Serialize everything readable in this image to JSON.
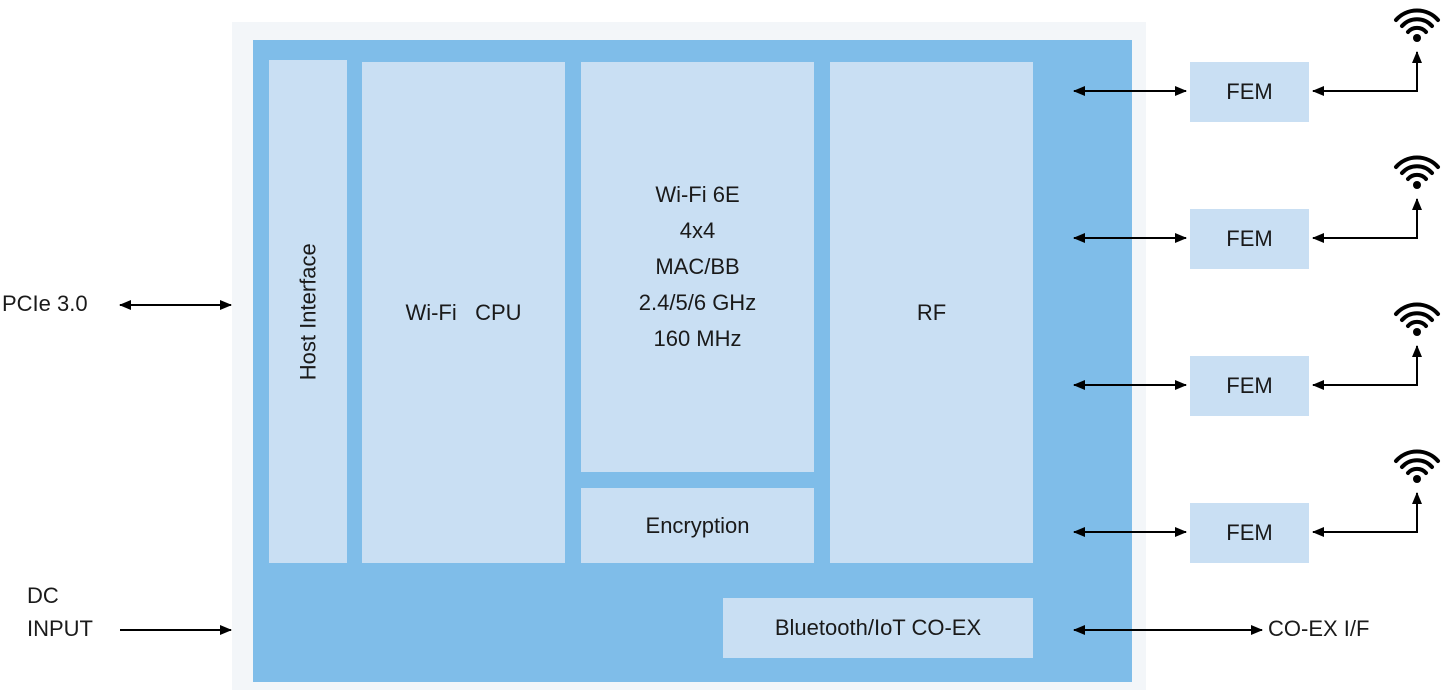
{
  "diagram": {
    "host_interface": "Host Interface",
    "cpu": "Wi-Fi   CPU",
    "mac_lines": [
      "Wi-Fi 6E",
      "4x4",
      "MAC/BB",
      "2.4/5/6 GHz",
      "160 MHz"
    ],
    "encryption": "Encryption",
    "rf": "RF",
    "bluetooth": "Bluetooth/IoT CO-EX",
    "pcie": "PCIe 3.0",
    "dc_line1": "DC",
    "dc_line2": "INPUT",
    "coex": "CO-EX I/F",
    "fem": [
      "FEM",
      "FEM",
      "FEM",
      "FEM"
    ],
    "icons": {
      "antenna": "wifi-antenna-icon"
    },
    "colors": {
      "chip": "#7fbde9",
      "block": "#c9dff3"
    }
  }
}
